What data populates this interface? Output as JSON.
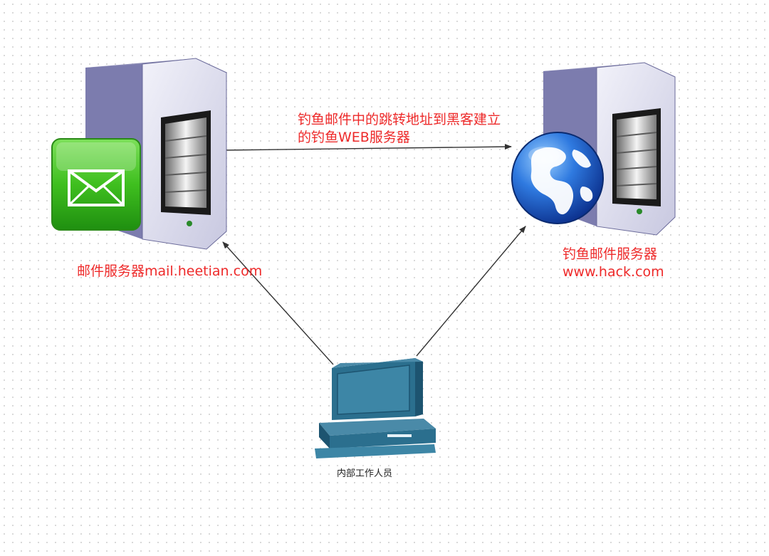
{
  "diagram": {
    "edge_label": {
      "line1": "钓鱼邮件中的跳转地址到黑客建立",
      "line2": "的钓鱼WEB服务器"
    },
    "mail_server": {
      "label": "邮件服务器mail.heetian.com"
    },
    "phishing_server": {
      "label_line1": "钓鱼邮件服务器",
      "label_line2": "www.hack.com"
    },
    "employee": {
      "label": "内部工作人员"
    },
    "colors": {
      "label_red": "#ee2a2a",
      "server_face": "#e6e6f2",
      "server_side": "#8a8ab4",
      "mail_icon": "#3fbf1f",
      "globe": "#1f5fd0",
      "workstation": "#2b6f8e",
      "arrow": "#333333"
    },
    "icons": {
      "mail_server": "server-icon",
      "mail": "envelope-icon",
      "phishing_server": "server-icon",
      "web": "globe-icon",
      "employee": "workstation-icon"
    }
  }
}
